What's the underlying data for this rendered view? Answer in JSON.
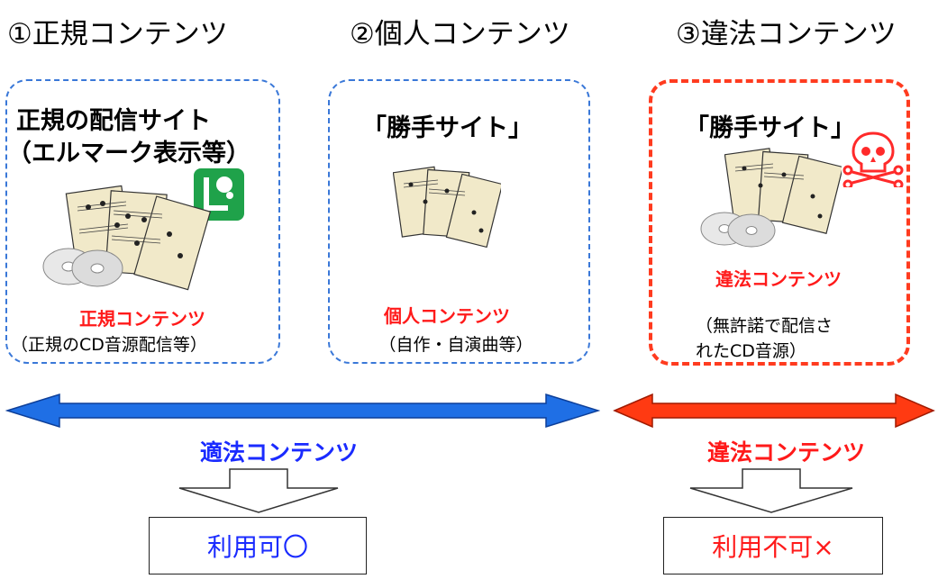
{
  "headers": {
    "col1": "①正規コンテンツ",
    "col2": "②個人コンテンツ",
    "col3": "③違法コンテンツ"
  },
  "box1": {
    "title_line1": "正規の配信サイト",
    "title_line2": "（エルマーク表示等）",
    "content_label": "正規コンテンツ",
    "content_note": "（正規のCD音源配信等）"
  },
  "box2": {
    "title": "「勝手サイト」",
    "content_label": "個人コンテンツ",
    "content_note": "（自作・自演曲等）"
  },
  "box3": {
    "title": "「勝手サイト」",
    "content_label": "違法コンテンツ",
    "content_note_line1": "（無許諾で配信さ",
    "content_note_line2": "れたCD音源）"
  },
  "arrows": {
    "legal_label": "適法コンテンツ",
    "illegal_label": "違法コンテンツ"
  },
  "results": {
    "allowed": "利用可〇",
    "not_allowed": "利用不可×"
  },
  "colors": {
    "blue_arrow": "#1f6fe5",
    "red_arrow": "#ff3a12",
    "green_mark": "#1fa24a"
  }
}
